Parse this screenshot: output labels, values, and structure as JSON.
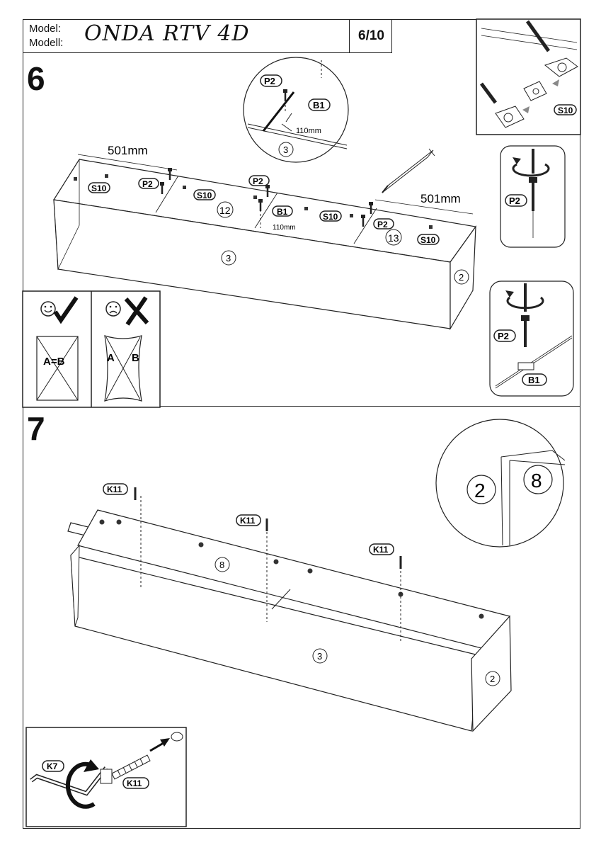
{
  "header": {
    "model_label": "Model:",
    "modell_label": "Modell:",
    "model_name": "ONDA RTV 4D",
    "page": "6/10"
  },
  "step6": {
    "number": "6",
    "dim_left": "501mm",
    "dim_right": "501mm",
    "dim_small": "110mm",
    "parts": {
      "p2": "P2",
      "s10": "S10",
      "b1": "B1"
    },
    "panel_refs": {
      "front": "3",
      "side": "2",
      "mid1": "12",
      "mid2": "13"
    },
    "check": {
      "ok_label": "A=B",
      "bad_a": "A",
      "bad_b": "B"
    }
  },
  "step7": {
    "number": "7",
    "parts": {
      "k11": "K11",
      "k7": "K7"
    },
    "panel_refs": {
      "front": "3",
      "side": "2",
      "top": "8"
    }
  }
}
